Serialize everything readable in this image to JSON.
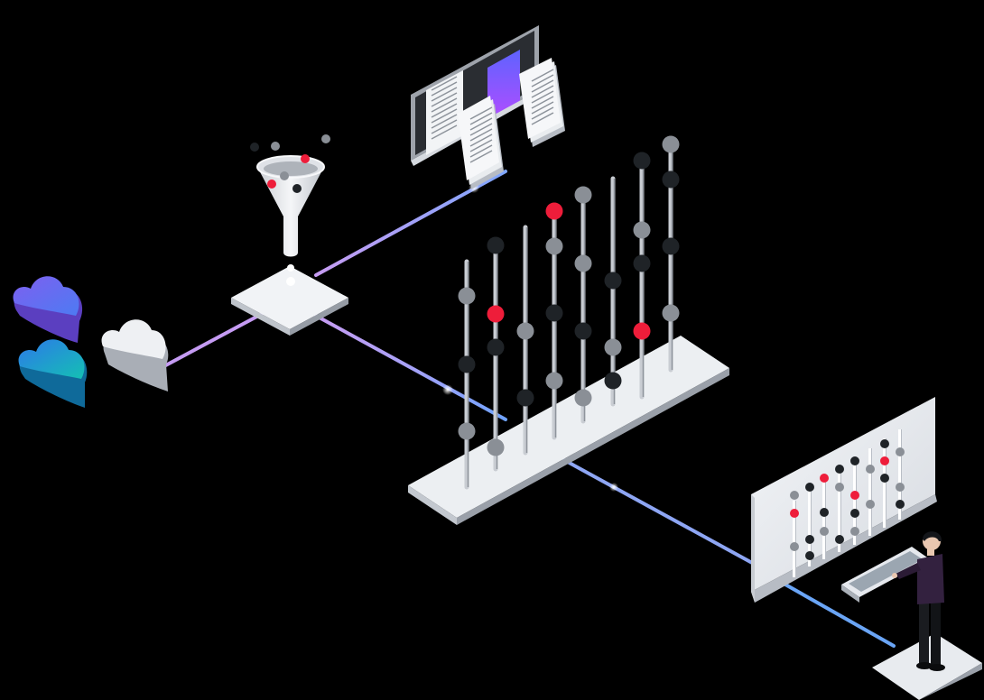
{
  "scene": {
    "background": "#000000",
    "palette": {
      "panel": "#e9ecf0",
      "panel_shade": "#b9bec6",
      "panel_dark": "#8f959e",
      "dot_red": "#ee1d3a",
      "dot_gray": "#8a8f96",
      "dot_dark": "#1f2327",
      "line_violet": "#b98cf0",
      "line_blue": "#7fa6ff",
      "cloud_purple": "#8a63e6",
      "cloud_blue": "#2f86e8",
      "cloud_teal": "#1bb3b8",
      "screen_gradient_top": "#6f5cff",
      "screen_gradient_bottom": "#a44dff"
    },
    "icons": [
      "cloud-icon-purple",
      "cloud-icon-teal",
      "cloud-icon-white",
      "funnel-icon",
      "hub-platform-icon",
      "monitor-icon",
      "document-stack-icon",
      "data-pipeline-rack-icon",
      "dashboard-panel-icon",
      "tablet-icon",
      "person-icon"
    ]
  }
}
